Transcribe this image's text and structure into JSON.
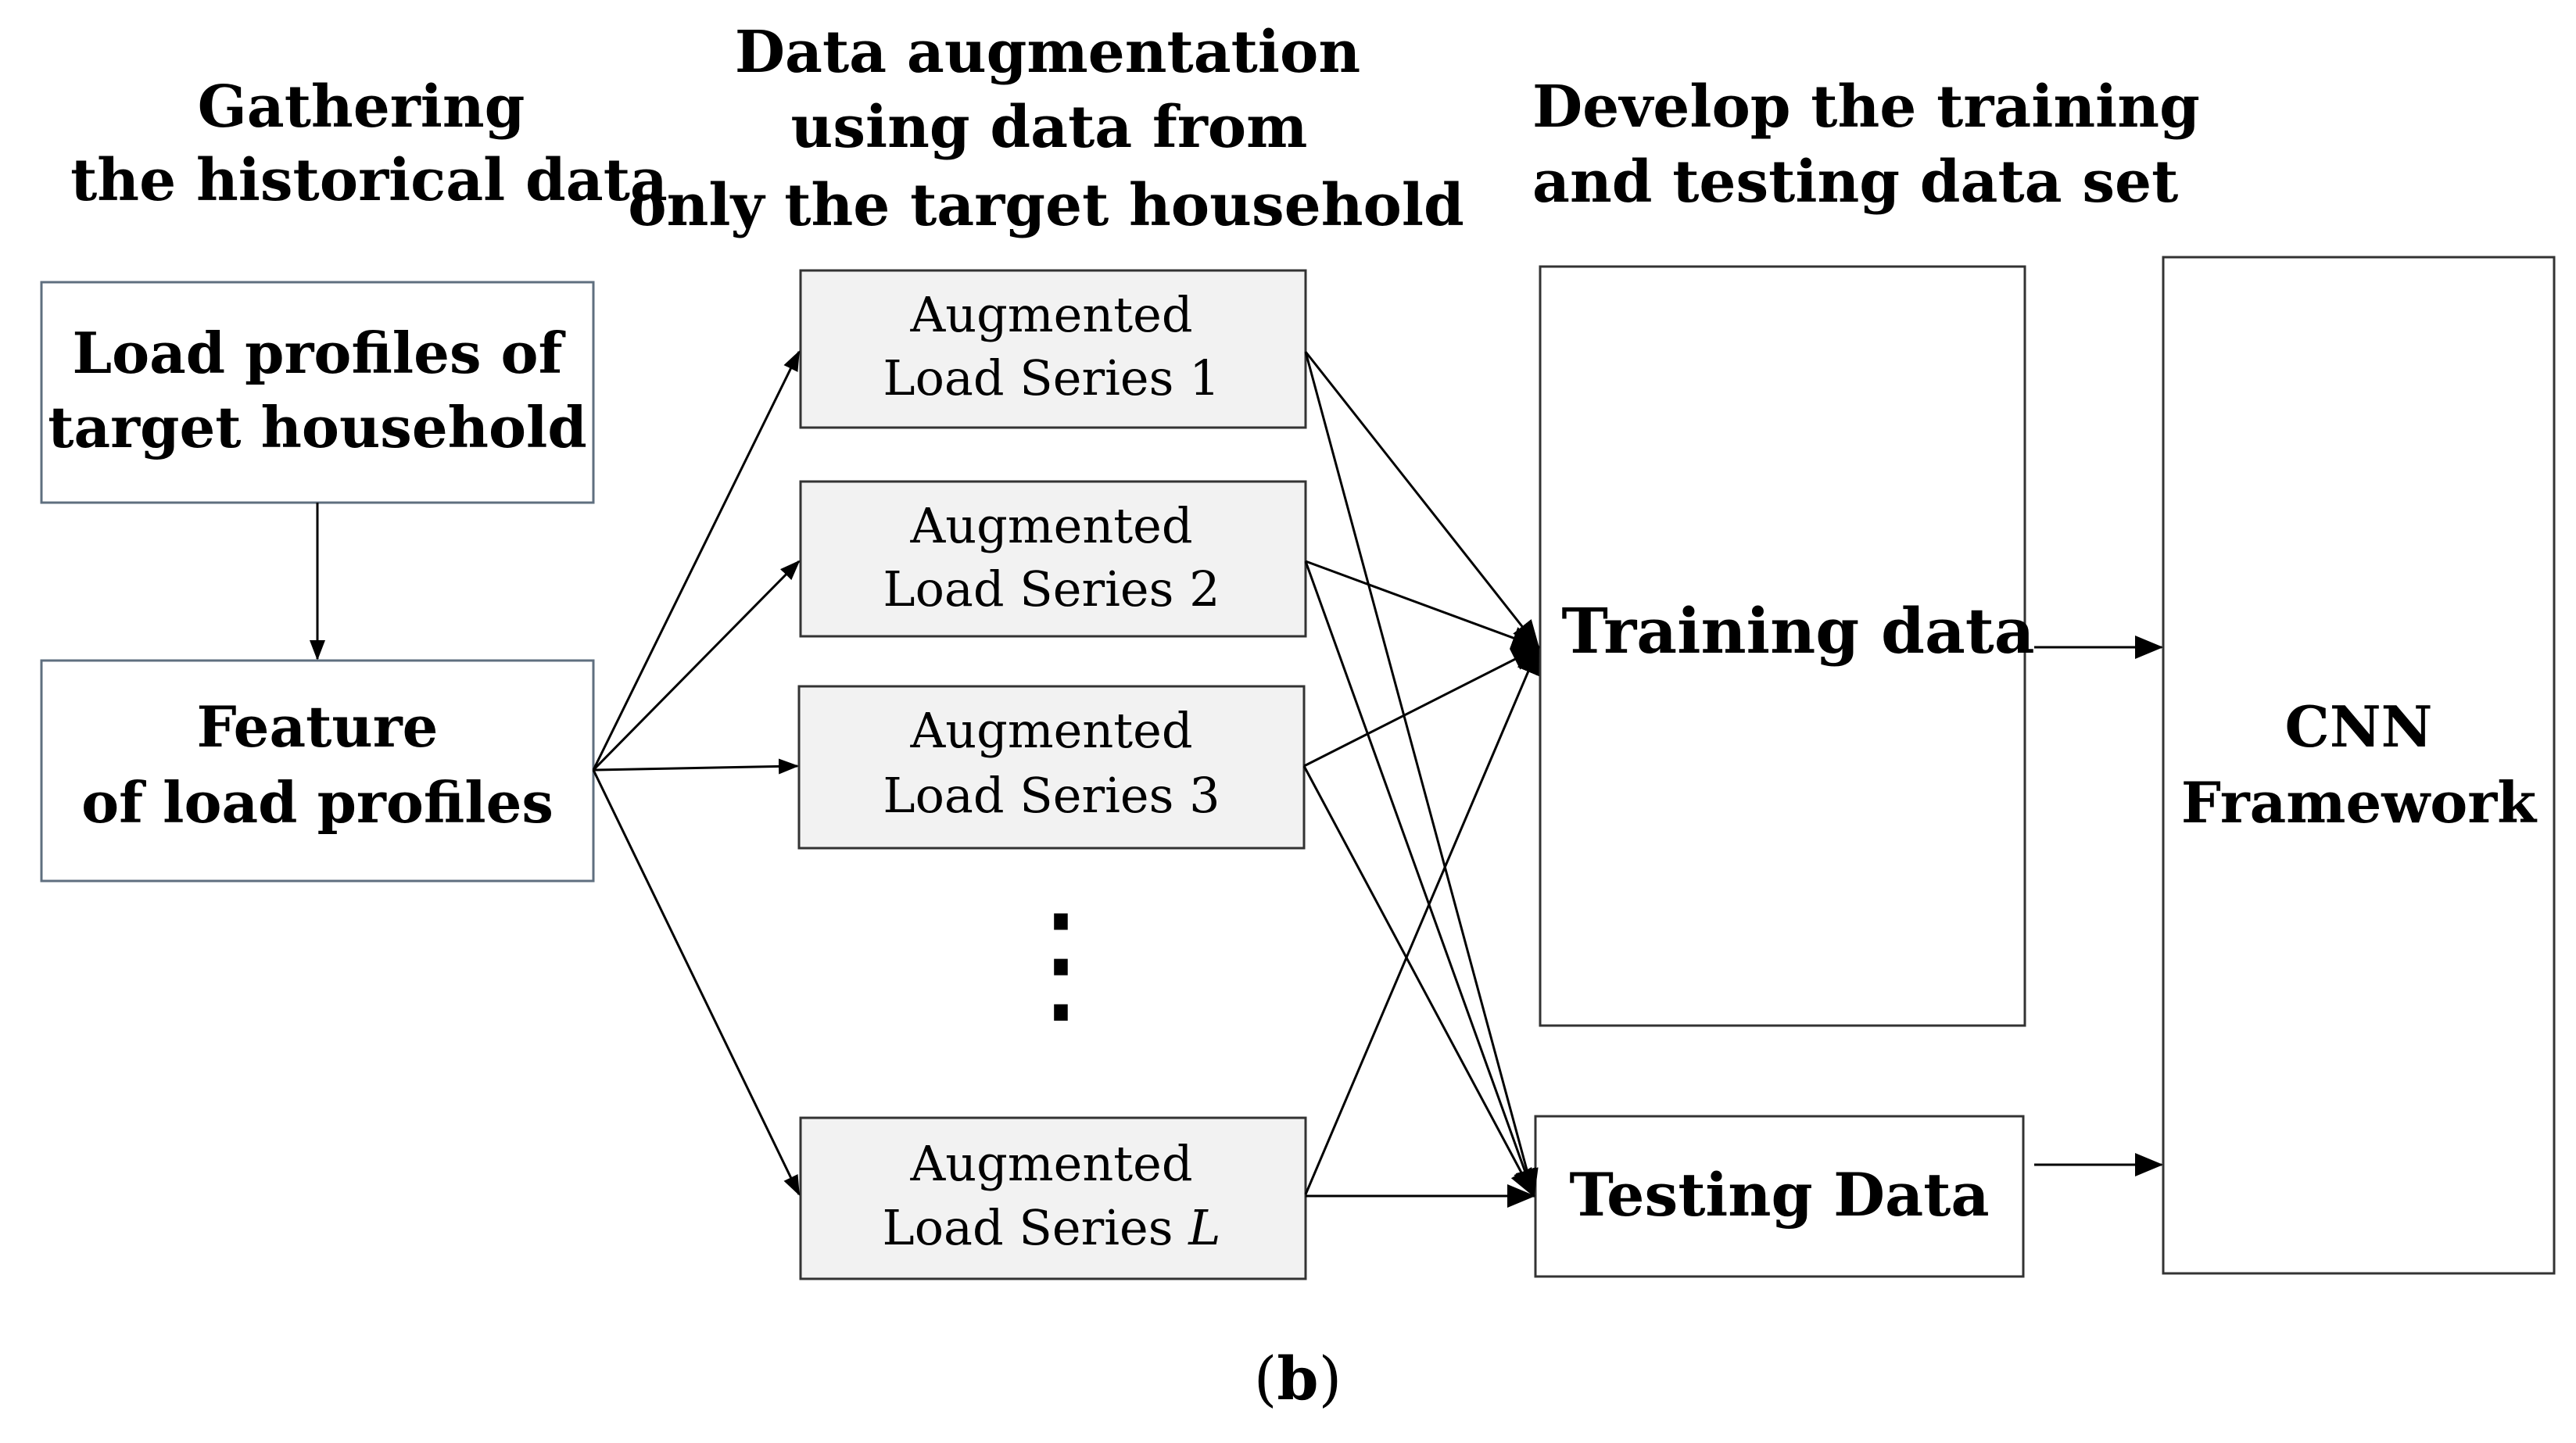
{
  "headings": {
    "gathering": [
      "Gathering",
      "the historical  data"
    ],
    "augmentation": [
      "Data augmentation",
      "using data from",
      "only the target household"
    ],
    "develop": [
      "Develop the training",
      "and testing data set"
    ]
  },
  "boxes": {
    "load_profiles": [
      "Load profiles of",
      "target household"
    ],
    "feature": [
      "Feature",
      "of load profiles"
    ],
    "training": "Training data",
    "testing": "Testing Data",
    "cnn": [
      "CNN",
      "Framework"
    ]
  },
  "augmented": [
    {
      "line1": "Augmented",
      "line2": "Load Series 1",
      "italic": false
    },
    {
      "line1": "Augmented",
      "line2": "Load Series 2",
      "italic": false
    },
    {
      "line1": "Augmented",
      "line2": "Load Series 3",
      "italic": false
    },
    {
      "line1": "Augmented",
      "line2_prefix": "Load Series ",
      "line2_var": "L",
      "italic": true
    }
  ],
  "ellipsis": "⋮",
  "caption": {
    "open": "(",
    "letter": "b",
    "close": ")"
  },
  "colors": {
    "box_border": "#5f6f7f",
    "aug_fill": "#f2f2f2",
    "stroke": "#000000"
  }
}
